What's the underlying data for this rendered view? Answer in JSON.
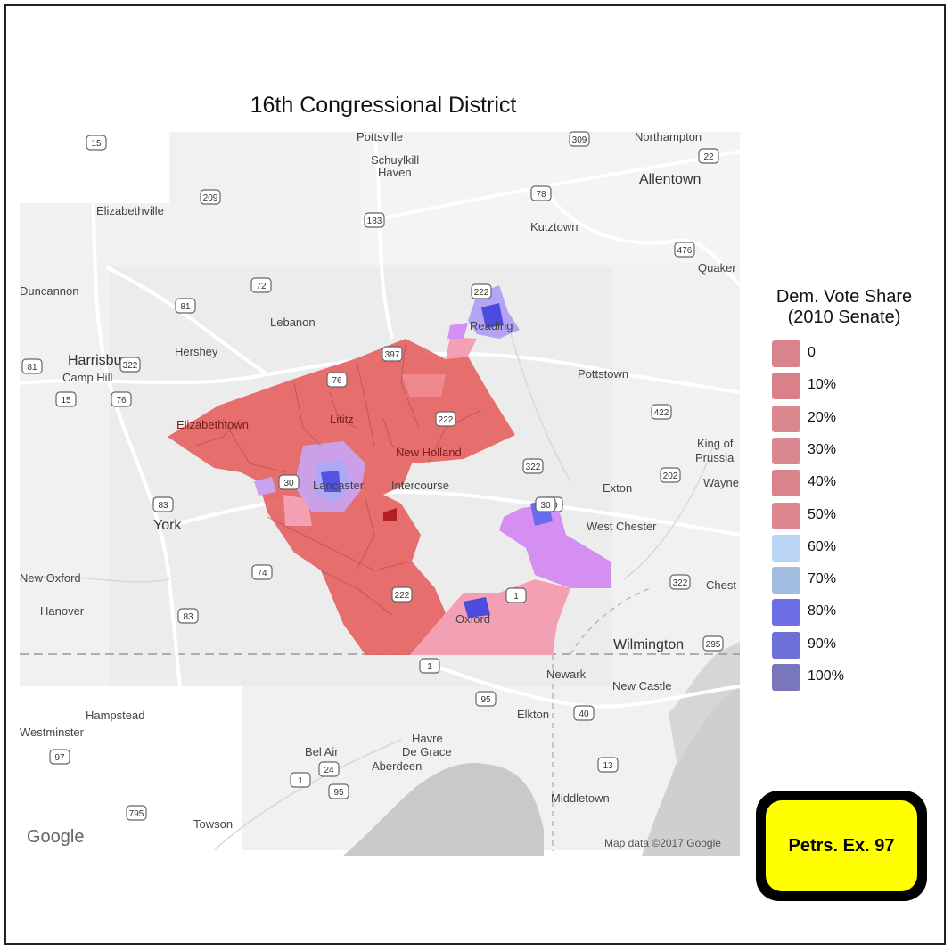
{
  "title": "16th Congressional District",
  "legend": {
    "title_line1": "Dem. Vote Share",
    "title_line2": "(2010 Senate)",
    "items": [
      {
        "label": "0",
        "color": "#d9848c"
      },
      {
        "label": "10%",
        "color": "#da8088"
      },
      {
        "label": "20%",
        "color": "#d9868c"
      },
      {
        "label": "30%",
        "color": "#d98690"
      },
      {
        "label": "40%",
        "color": "#d9848a"
      },
      {
        "label": "50%",
        "color": "#dd868e"
      },
      {
        "label": "60%",
        "color": "#b9d4f4"
      },
      {
        "label": "70%",
        "color": "#a0bde0"
      },
      {
        "label": "80%",
        "color": "#6d6ee6"
      },
      {
        "label": "90%",
        "color": "#6f6fd8"
      },
      {
        "label": "100%",
        "color": "#7a76bc"
      }
    ]
  },
  "colors": {
    "district_red": "#e5615f",
    "district_pink": "#f4a0b4",
    "district_violet": "#d48ff0",
    "district_blue": "#4b4be0",
    "exhibit_bg": "#ffff00"
  },
  "exhibit": "Petrs. Ex. 97",
  "attribution": {
    "google": "Google",
    "mapdata": "Map data ©2017 Google"
  },
  "places": {
    "pottsville": "Pottsville",
    "schuylkill1": "Schuylkill",
    "schuylkill2": "Haven",
    "northampton": "Northampton",
    "allentown": "Allentown",
    "elizabethville": "Elizabethville",
    "kutztown": "Kutztown",
    "quakertown": "Quaker",
    "duncannon": "Duncannon",
    "lebanon": "Lebanon",
    "reading": "Reading",
    "harrisburg": "Harrisburg",
    "hershey": "Hershey",
    "camphill": "Camp Hill",
    "pottstown": "Pottstown",
    "elizabethtown": "Elizabethtown",
    "lititz": "Lititz",
    "newholland": "New Holland",
    "kingofprussia1": "King of",
    "kingofprussia2": "Prussia",
    "lancaster": "Lancaster",
    "intercourse": "Intercourse",
    "exton": "Exton",
    "wayne": "Wayne",
    "york": "York",
    "westchester": "West Chester",
    "newoxford": "New Oxford",
    "chester": "Chest",
    "hanover": "Hanover",
    "oxford": "Oxford",
    "wilmington": "Wilmington",
    "newark": "Newark",
    "newcastle": "New Castle",
    "hampstead": "Hampstead",
    "westminster": "Westminster",
    "elkton": "Elkton",
    "havre1": "Havre",
    "havre2": "De Grace",
    "belair": "Bel Air",
    "aberdeen": "Aberdeen",
    "middletown": "Middletown",
    "towson": "Towson"
  },
  "roads": [
    "15",
    "209",
    "309",
    "22",
    "78",
    "183",
    "476",
    "72",
    "81",
    "81",
    "322",
    "397",
    "76",
    "15",
    "76",
    "422",
    "222",
    "222",
    "30",
    "322",
    "202",
    "83",
    "30",
    "30",
    "74",
    "1",
    "322",
    "83",
    "222",
    "295",
    "1",
    "95",
    "40",
    "97",
    "24",
    "1",
    "95",
    "13",
    "795"
  ]
}
